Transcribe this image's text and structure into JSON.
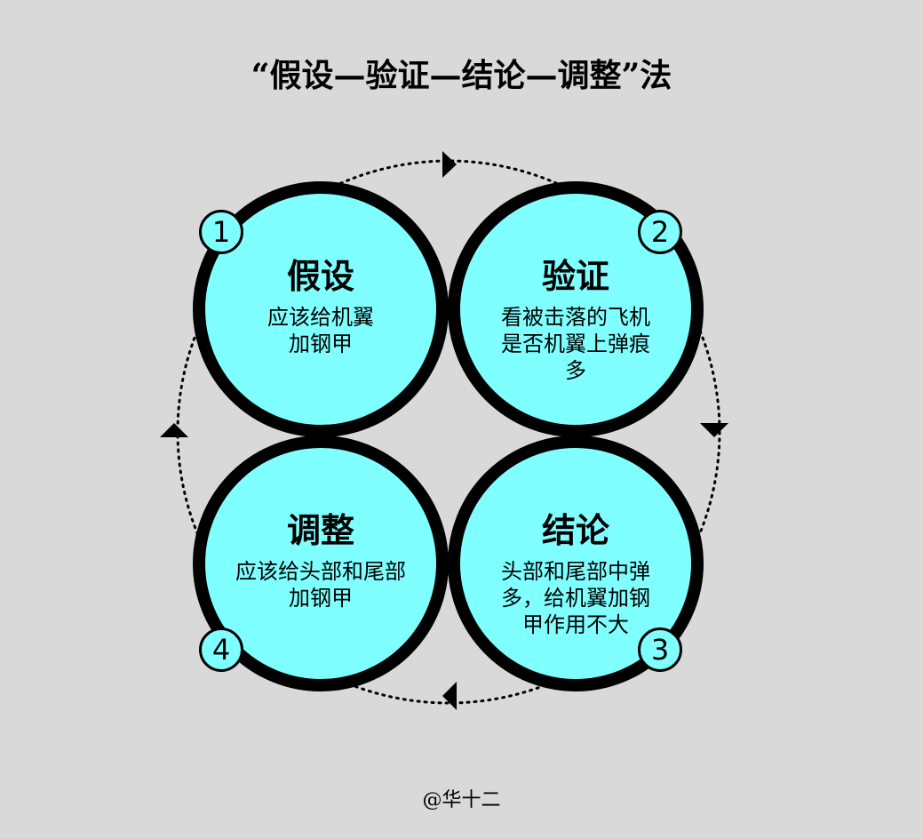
{
  "title": "“假设—验证—结论—调整”法",
  "steps": [
    {
      "number": "1",
      "heading": "假设",
      "text": "应该给机翼加钢甲"
    },
    {
      "number": "2",
      "heading": "验证",
      "text": "看被击落的飞机是否机翼上弹痕多"
    },
    {
      "number": "3",
      "heading": "结论",
      "text": "头部和尾部中弹多，给机翼加钢甲作用不大"
    },
    {
      "number": "4",
      "heading": "调整",
      "text": "应该给头部和尾部加钢甲"
    }
  ],
  "colors": {
    "circle_fill": "#7fffff",
    "background": "#d9d9d9",
    "stroke": "#000000"
  },
  "footer": "@华十二"
}
